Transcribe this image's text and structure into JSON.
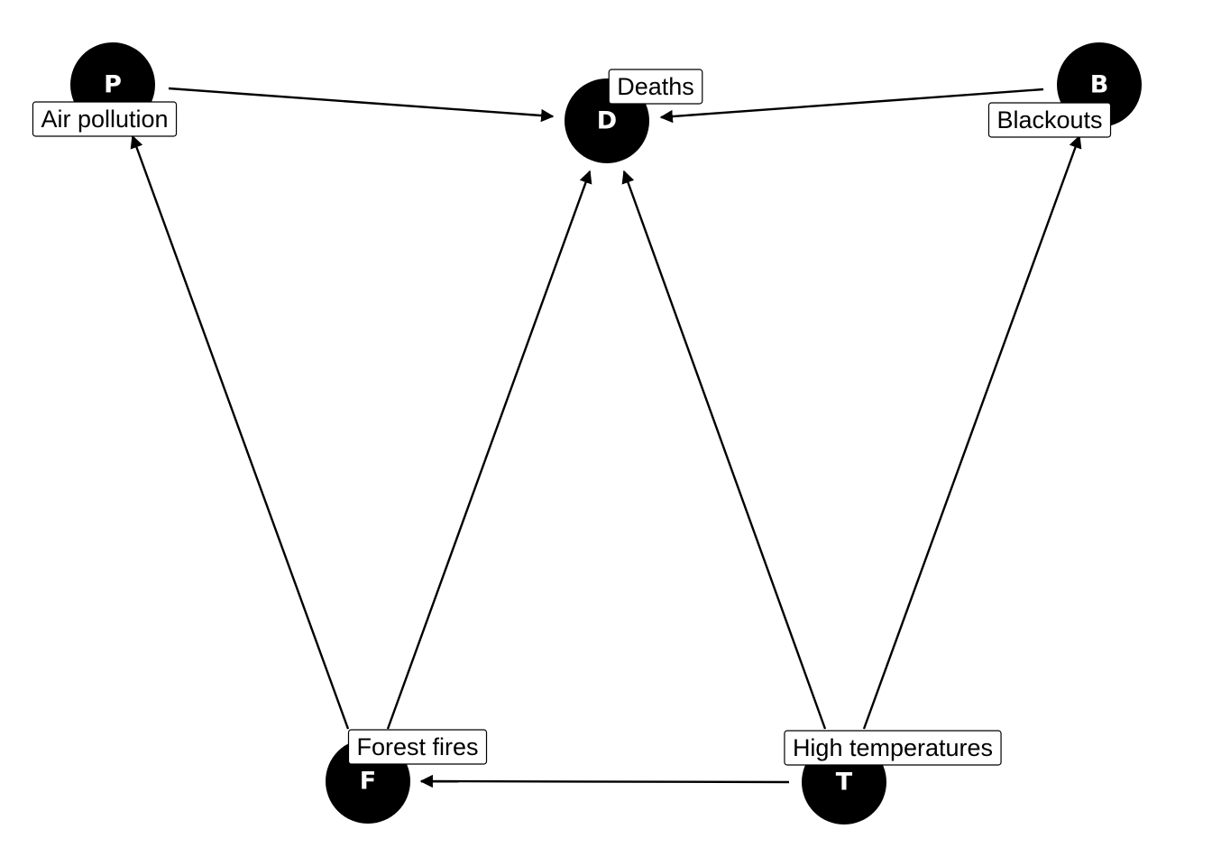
{
  "diagram": {
    "nodes": [
      {
        "id": "P",
        "letter": "P",
        "label": "Air pollution"
      },
      {
        "id": "D",
        "letter": "D",
        "label": "Deaths"
      },
      {
        "id": "B",
        "letter": "B",
        "label": "Blackouts"
      },
      {
        "id": "F",
        "letter": "F",
        "label": "Forest fires"
      },
      {
        "id": "T",
        "letter": "T",
        "label": "High temperatures"
      }
    ],
    "edges": [
      {
        "from": "P",
        "to": "D"
      },
      {
        "from": "B",
        "to": "D"
      },
      {
        "from": "F",
        "to": "P"
      },
      {
        "from": "F",
        "to": "D"
      },
      {
        "from": "T",
        "to": "D"
      },
      {
        "from": "T",
        "to": "B"
      },
      {
        "from": "T",
        "to": "F"
      }
    ],
    "colors": {
      "node": "#000000",
      "node_text": "#ffffff",
      "edge": "#000000",
      "label_bg": "#ffffff"
    }
  }
}
